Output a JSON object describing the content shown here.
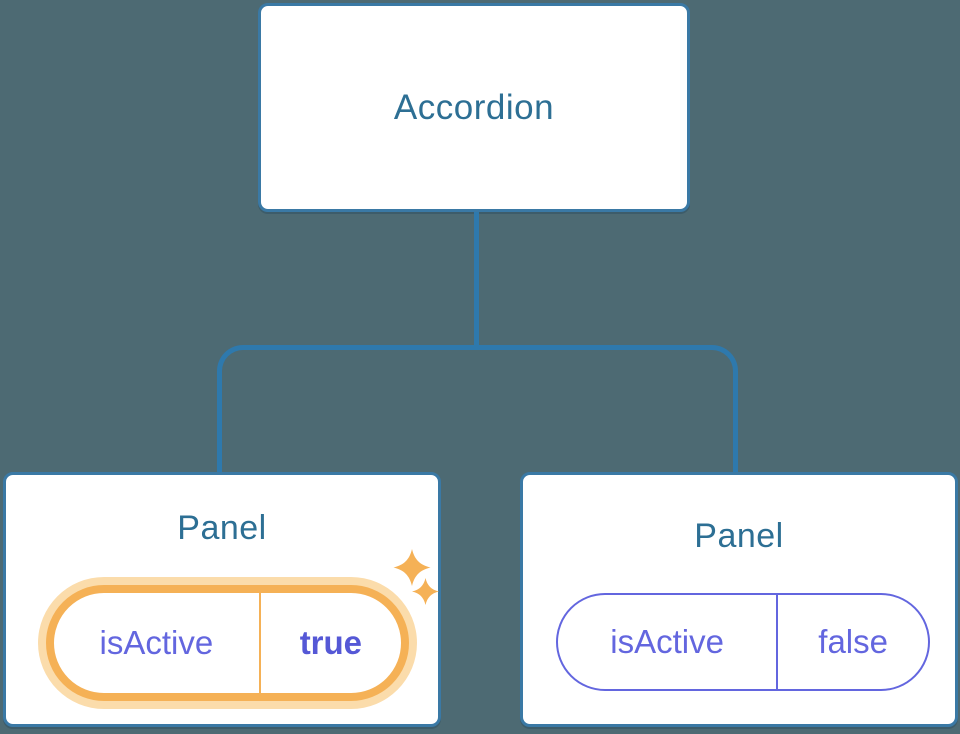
{
  "diagram": {
    "root": {
      "label": "Accordion"
    },
    "panels": [
      {
        "label": "Panel",
        "state_key": "isActive",
        "state_value": "true",
        "highlighted": true
      },
      {
        "label": "Panel",
        "state_key": "isActive",
        "state_value": "false",
        "highlighted": false
      }
    ]
  },
  "icons": {
    "sparkles": "four-point-star-pair"
  },
  "colors": {
    "canvas-bg": "#4d6a73",
    "node-bg": "#ffffff",
    "node-border": "#3a79a5",
    "connector": "#2e79ad",
    "node-text": "#2d6f94",
    "state-text": "#6366df",
    "state-value-active-text": "#5558d6",
    "highlight": "#f5b156",
    "highlight-glow": "#fbdcab"
  }
}
